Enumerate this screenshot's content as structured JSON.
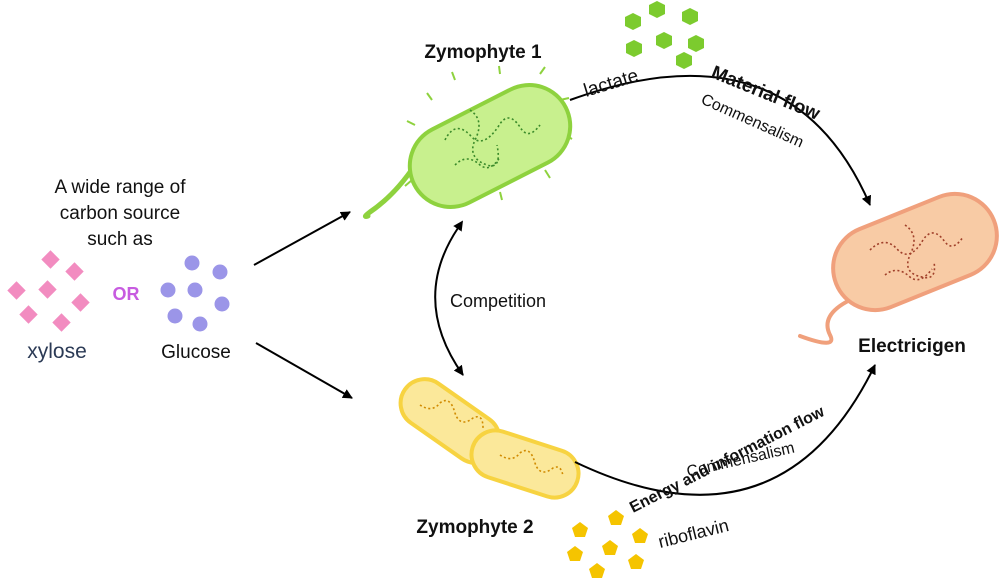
{
  "texts": {
    "carbon_line1": "A wide range of",
    "carbon_line2": "carbon source",
    "carbon_line3": "such as",
    "or_label": "OR",
    "xylose": "xylose",
    "glucose": "Glucose",
    "zymophyte1": "Zymophyte 1",
    "zymophyte2": "Zymophyte 2",
    "electricigen": "Electricigen",
    "competition": "Competition",
    "lactate": "lactate",
    "material_flow": "Material flow",
    "commensalism_top": "Commensalism",
    "commensalism_bottom": "Commensalism",
    "energy_flow": "Energy and information flow",
    "riboflavin": "riboflavin"
  },
  "colors": {
    "xylose": "#f28cc0",
    "glucose": "#9b95e8",
    "or_label": "#c75be0",
    "xylose_text": "#2b3a55",
    "zymophyte1_fill": "#c8f08e",
    "zymophyte1_stroke": "#8ed23e",
    "zymophyte2_fill": "#fbe89a",
    "zymophyte2_stroke": "#f7d341",
    "electricigen_fill": "#f8cba5",
    "electricigen_stroke": "#f0a07c",
    "lactate_hex": "#7ccb2e",
    "riboflavin_pentagon": "#f5c400"
  }
}
